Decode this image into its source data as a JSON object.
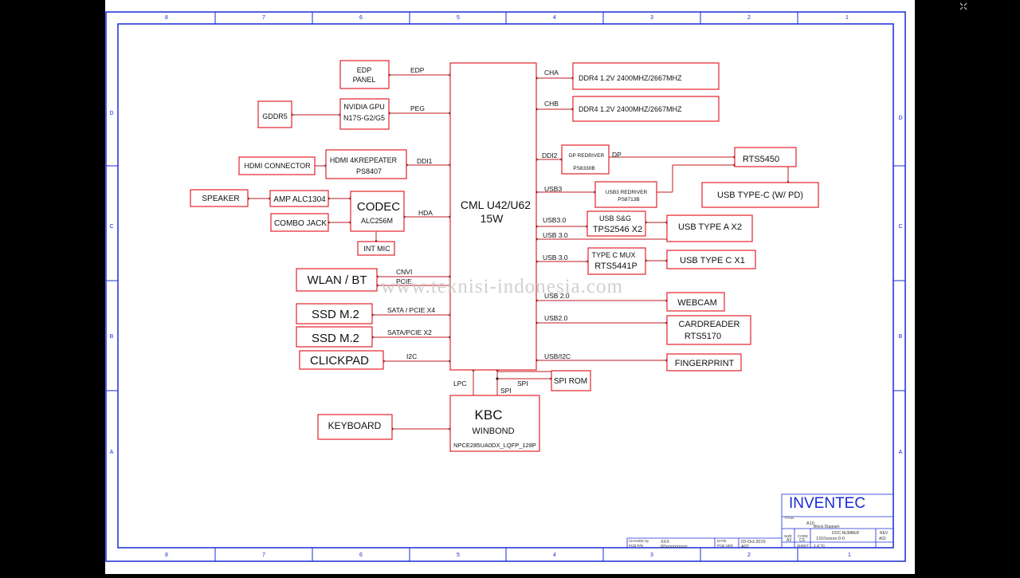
{
  "sheet": {
    "col_labels_top": [
      "8",
      "7",
      "6",
      "5",
      "4",
      "3",
      "2",
      "1"
    ],
    "col_labels_bottom": [
      "8",
      "7",
      "6",
      "5",
      "4",
      "3",
      "2",
      "1"
    ],
    "row_labels": [
      "D",
      "C",
      "B",
      "A"
    ]
  },
  "blocks": {
    "edp_panel": [
      "EDP",
      "PANEL"
    ],
    "nvidia_gpu": [
      "NVIDIA GPU",
      "N17S-G2/G5"
    ],
    "gddr5": "GDDR5",
    "hdmi_connector": "HDMI CONNECTOR",
    "hdmi_repeater": [
      "HDMI 4KREPEATER",
      "PS8407"
    ],
    "speaker": "SPEAKER",
    "amp": "AMP ALC1304",
    "codec": [
      "CODEC",
      "ALC256M"
    ],
    "combo_jack": "COMBO JACK",
    "int_mic": "INT MIC",
    "wlan_bt": "WLAN / BT",
    "ssd1": "SSD M.2",
    "ssd2": "SSD M.2",
    "clickpad": "CLICKPAD",
    "keyboard": "KEYBOARD",
    "cpu": [
      "CML U42/U62",
      "15W"
    ],
    "kbc": [
      "KBC",
      "WINBOND",
      "NPCE285UA0DX_LQFP_128P"
    ],
    "spi_rom": "SPI ROM",
    "ddr4_a": "DDR4 1.2V   2400MHZ/2667MHZ",
    "ddr4_b": "DDR4 1.2V   2400MHZ/2667MHZ",
    "dp_redriver": [
      "DP REDRIVER",
      "PS8330B"
    ],
    "rts5450": "RTS5450",
    "usb3_redriver": [
      "USB3 REDRIVER",
      "PS8713B"
    ],
    "usb_typec_pd": "USB TYPE-C (W/ PD)",
    "usb_sg": [
      "USB S&G",
      "TPS2546 X2"
    ],
    "usb_type_a": "USB TYPE A  X2",
    "typec_mux": [
      "TYPE C MUX",
      "RTS5441P"
    ],
    "usb_type_c": "USB TYPE C  X1",
    "webcam": "WEBCAM",
    "cardreader": [
      "CARDREADER",
      "RTS5170"
    ],
    "fingerprint": "FINGERPRINT"
  },
  "signals": {
    "edp": "EDP",
    "peg": "PEG",
    "ddi1": "DDI1",
    "hda": "HDA",
    "cnvi": "CNVI",
    "pcie": "PCIE",
    "sata_pcie_x4": "SATA / PCIE X4",
    "sata_pcie_x2": "SATA/PCIE X2",
    "i2c": "I2C",
    "lpc": "LPC",
    "spi_a": "SPI",
    "spi_b": "SPI",
    "cha": "CHA",
    "chb": "CHB",
    "ddi2": "DDI2",
    "dp": "DP",
    "usb3": "USB3",
    "usb30_a": "USB3.0",
    "usb30_b": "USB 3.0",
    "usb30_c": "USB 3.0",
    "usb20_a": "USB 2.0",
    "usb20_b": "USB2.0",
    "usb_i2c": "USB/I2C"
  },
  "watermark": "www.teknisi-indonesia.com",
  "title_block": {
    "company": "INVENTEC",
    "title_label": "TITLE",
    "title_line1": "A10",
    "title_line2": "Block    Diagram",
    "size_label": "SIZE",
    "size_value": "A3",
    "code_label": "CODE",
    "code_value": "CS",
    "doc_label": "DOC.NUMBER",
    "doc_value": "1310xxxxx-0-0",
    "rev_label": "REV",
    "rev_value": "A02",
    "change_label": "CHANGE by",
    "change_value": "XXX",
    "pcb_pn_label": "PCB P/N",
    "pcb_pn_value": "60xxxxxxxxxx",
    "date_label": "DATE",
    "date_value": "03-Oct-2019",
    "pcb_ver_label": "PCB VER",
    "pcb_ver_value": "A02",
    "sheet_label": "SHEET",
    "sheet_value": "3     of     70"
  },
  "colors": {
    "frame": "#1a2bd6",
    "block_border": "#e3222a",
    "wire": "#c01a20",
    "watermark": "#c8c8c8"
  },
  "icons": {
    "corner": "close-x-icon"
  }
}
